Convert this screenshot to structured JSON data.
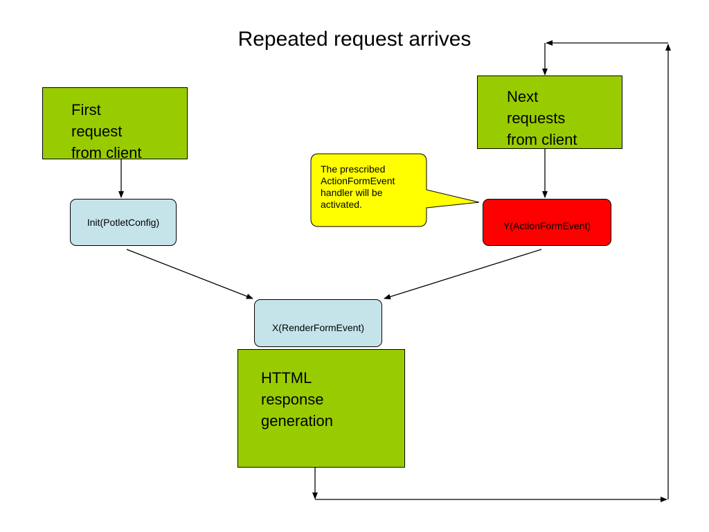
{
  "slide": {
    "title": "Repeated request arrives"
  },
  "nodes": {
    "first_request": {
      "label": "First\nrequest\nfrom client"
    },
    "next_requests": {
      "label": "Next\nrequests\nfrom client"
    },
    "init": {
      "label": "Init(PotletConfig)"
    },
    "action_handler": {
      "label": "Y(ActionFormEvent)"
    },
    "render_handler": {
      "label": "X(RenderFormEvent)"
    },
    "html_response": {
      "label": "HTTML\nresponse\ngeneration"
    }
  },
  "callout": {
    "text": "The prescribed\nActionFormEvent\nhandler will be\nactivated."
  },
  "colors": {
    "green_box": "#99cc00",
    "blue_box": "#c5e4ea",
    "red_box": "#ff0000",
    "callout": "#ffff00"
  }
}
